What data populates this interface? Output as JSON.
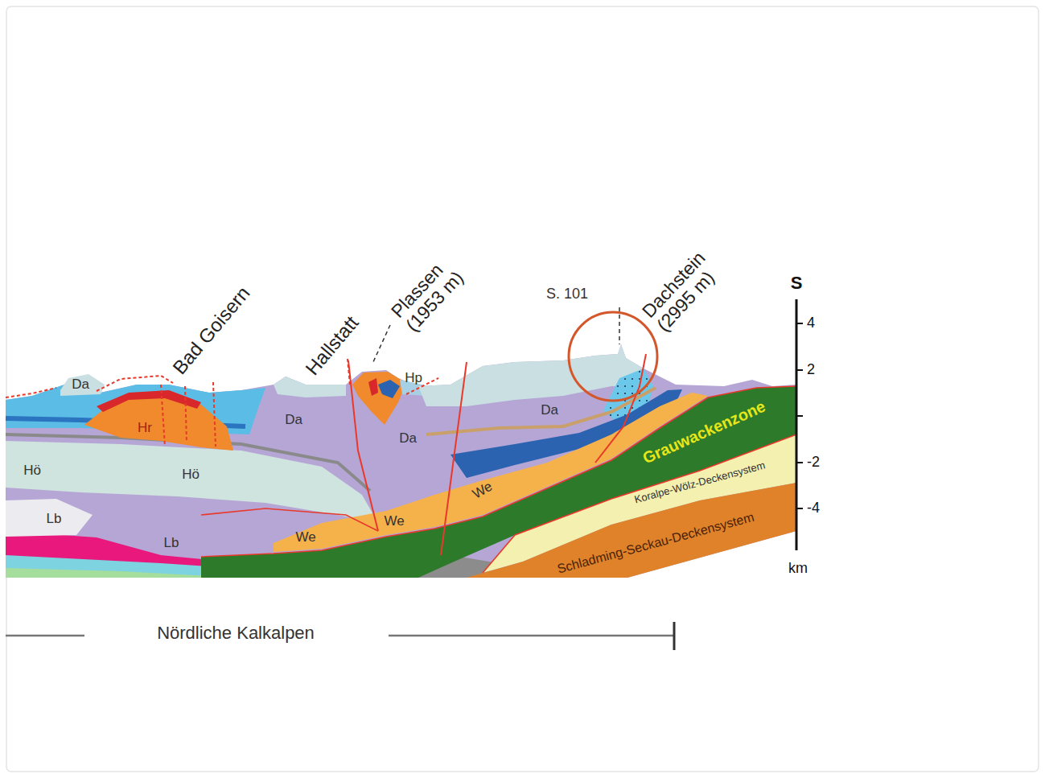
{
  "diagram": {
    "labels": [
      "Bad Goisern",
      "Hallstatt",
      "Plassen (1953 m)",
      "S. 101",
      "Dachstein (2995 m)",
      "S",
      "4",
      "2",
      "-2",
      "-4",
      "km",
      "Da",
      "Hp",
      "Hr",
      "Da",
      "Da",
      "Da",
      "Hö",
      "Hö",
      "We",
      "Grauwackenzone",
      "Koralpe-Wölz-Deckensystem",
      "Lb",
      "We",
      "We",
      "Lb",
      "Schladming-Seckau-Deckensystem",
      "Nördliche Kalkalpen"
    ]
  }
}
